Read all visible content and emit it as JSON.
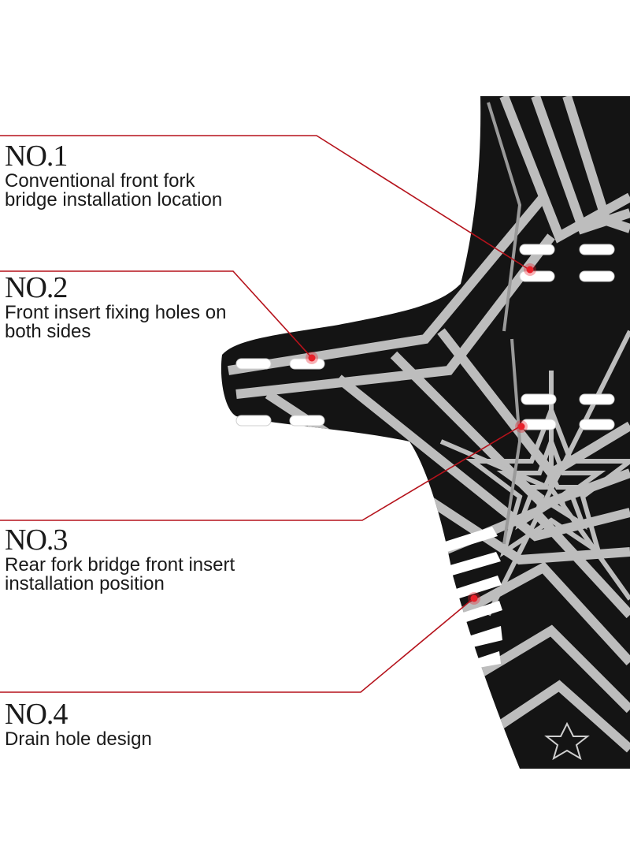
{
  "callouts": [
    {
      "number": "NO.1",
      "text": "Conventional front fork\nbridge installation location"
    },
    {
      "number": "NO.2",
      "text": "Front insert fixing holes on\nboth sides"
    },
    {
      "number": "NO.3",
      "text": "Rear fork bridge front insert\ninstallation position"
    },
    {
      "number": "NO.4",
      "text": "Drain hole design"
    }
  ],
  "colors": {
    "background": "#ffffff",
    "fender_body": "#141414",
    "fender_pattern": "#bdbdbd",
    "leader_line": "#b5121b",
    "marker": "#e8202a",
    "text": "#1a1a1a"
  }
}
